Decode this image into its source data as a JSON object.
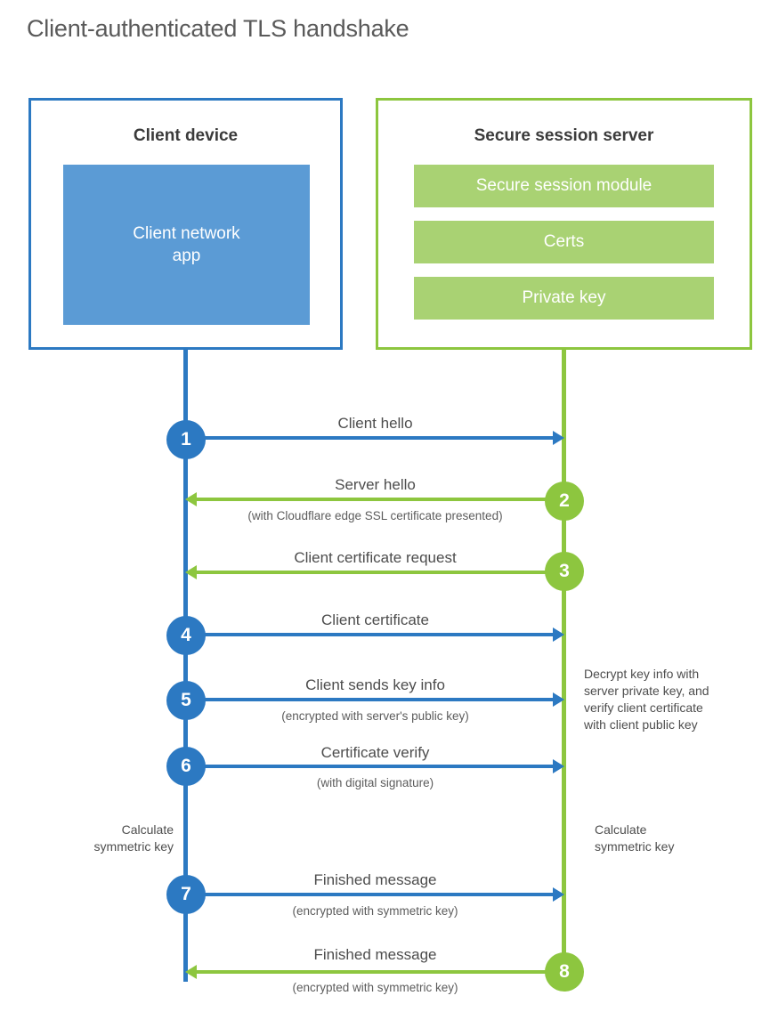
{
  "title": "Client-authenticated TLS handshake",
  "colors": {
    "client_blue": "#2c79c2",
    "client_app_fill": "#5b9bd5",
    "server_green": "#8dc63f",
    "server_block_fill": "#a9d273",
    "title_text": "#5a5a5a",
    "body_text": "#4d4d4d"
  },
  "client": {
    "title": "Client device",
    "app_block": "Client network app",
    "app_block_line1": "Client network",
    "app_block_line2": "app",
    "calculate_note_line1": "Calculate",
    "calculate_note_line2": "symmetric key"
  },
  "server": {
    "title": "Secure session server",
    "blocks": [
      "Secure session module",
      "Certs",
      "Private key"
    ],
    "decrypt_note_line1": "Decrypt key info with",
    "decrypt_note_line2": "server private key, and",
    "decrypt_note_line3": "verify client certificate",
    "decrypt_note_line4": "with client public key",
    "calculate_note_line1": "Calculate",
    "calculate_note_line2": "symmetric key"
  },
  "steps": [
    {
      "number": "1",
      "label": "Client hello",
      "sublabel": "",
      "direction": "client-to-server",
      "color": "#2c79c2"
    },
    {
      "number": "2",
      "label": "Server hello",
      "sublabel": "(with Cloudflare edge SSL certificate presented)",
      "direction": "server-to-client",
      "color": "#8dc63f"
    },
    {
      "number": "3",
      "label": "Client certificate request",
      "sublabel": "",
      "direction": "server-to-client",
      "color": "#8dc63f"
    },
    {
      "number": "4",
      "label": "Client certificate",
      "sublabel": "",
      "direction": "client-to-server",
      "color": "#2c79c2"
    },
    {
      "number": "5",
      "label": "Client sends key info",
      "sublabel": "(encrypted with server's public key)",
      "direction": "client-to-server",
      "color": "#2c79c2"
    },
    {
      "number": "6",
      "label": "Certificate verify",
      "sublabel": "(with digital signature)",
      "direction": "client-to-server",
      "color": "#2c79c2"
    },
    {
      "number": "7",
      "label": "Finished message",
      "sublabel": "(encrypted with symmetric key)",
      "direction": "client-to-server",
      "color": "#2c79c2"
    },
    {
      "number": "8",
      "label": "Finished message",
      "sublabel": "(encrypted with symmetric key)",
      "direction": "server-to-client",
      "color": "#8dc63f"
    }
  ]
}
